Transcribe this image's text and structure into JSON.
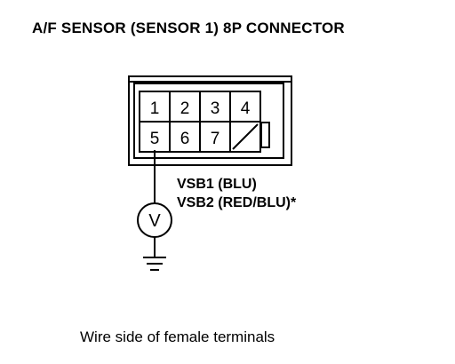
{
  "title": "A/F SENSOR (SENSOR 1) 8P CONNECTOR",
  "connector": {
    "pins_top": [
      "1",
      "2",
      "3",
      "4"
    ],
    "pins_bottom": [
      "5",
      "6",
      "7"
    ]
  },
  "wire_labels": {
    "line1": "VSB1 (BLU)",
    "line2": "VSB2 (RED/BLU)*"
  },
  "voltmeter_symbol": "V",
  "caption": "Wire side of female terminals"
}
